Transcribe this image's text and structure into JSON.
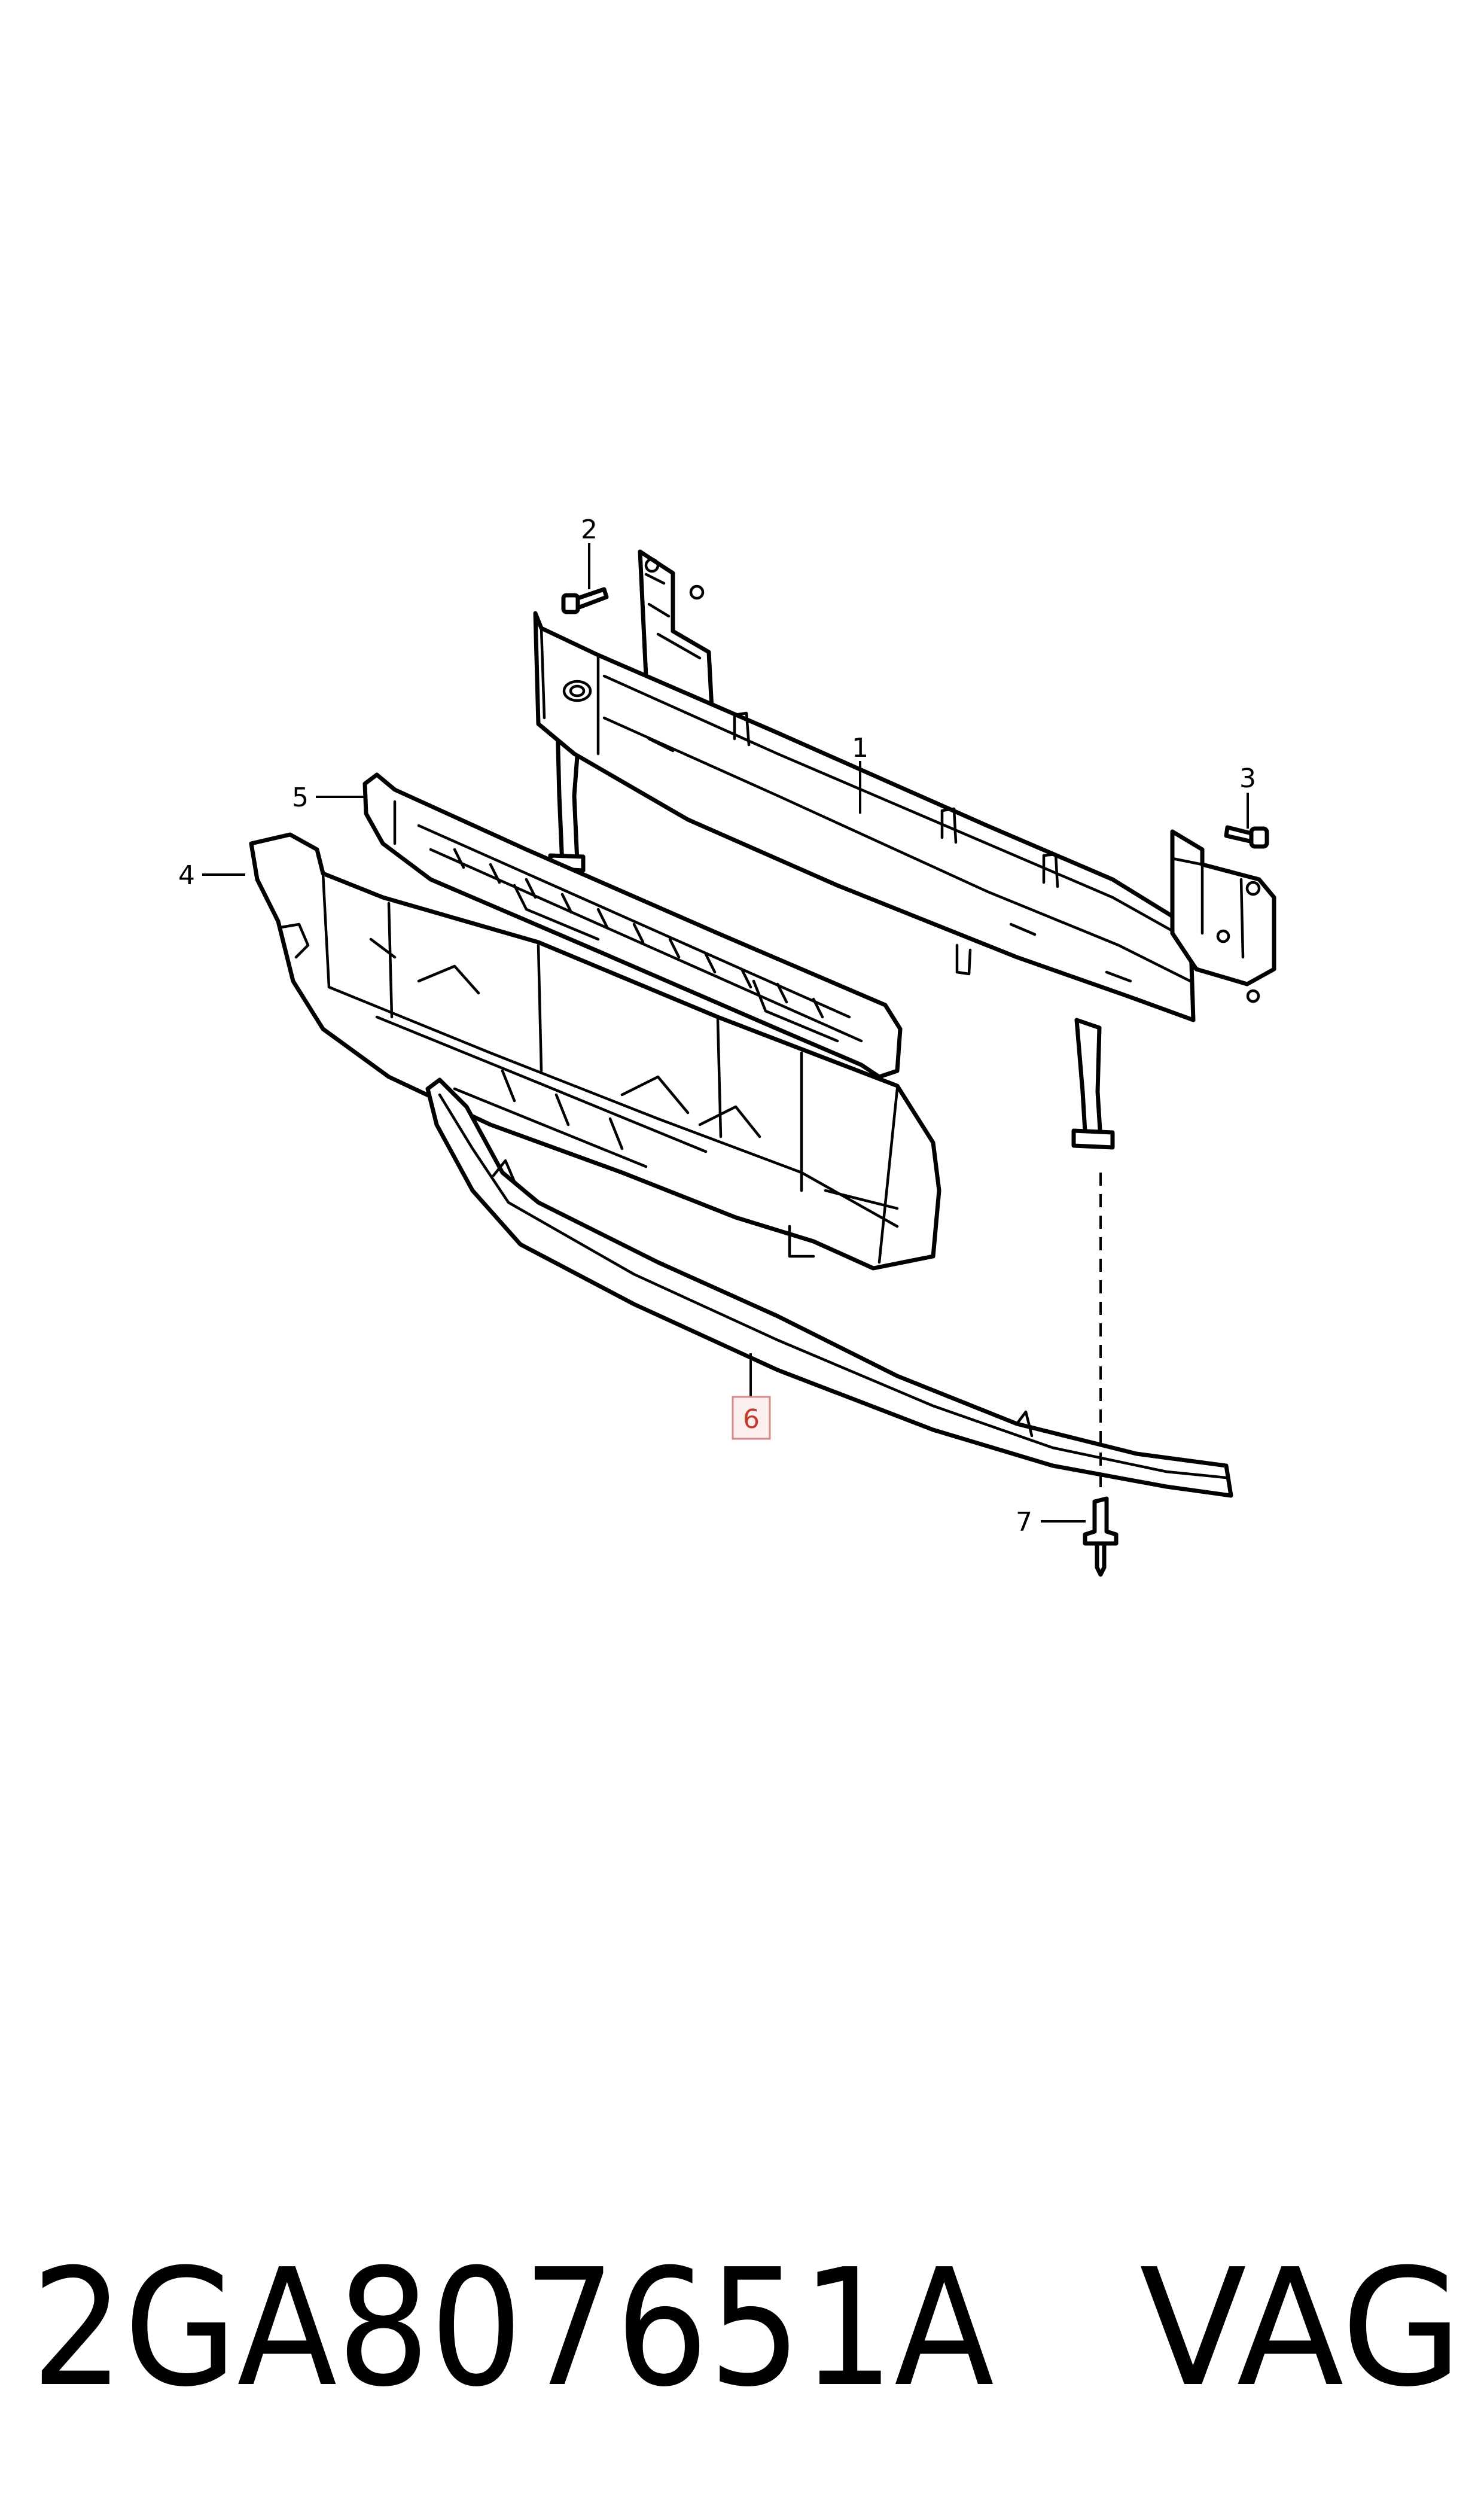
{
  "callouts": [
    {
      "id": "1",
      "label": "1"
    },
    {
      "id": "2",
      "label": "2"
    },
    {
      "id": "3",
      "label": "3"
    },
    {
      "id": "4",
      "label": "4"
    },
    {
      "id": "5",
      "label": "5"
    },
    {
      "id": "6",
      "label": "6",
      "highlighted": true
    },
    {
      "id": "7",
      "label": "7"
    }
  ],
  "highlight_color": "#d88a8a",
  "footer": {
    "part_number": "2GA807651A",
    "brand": "VAG"
  }
}
